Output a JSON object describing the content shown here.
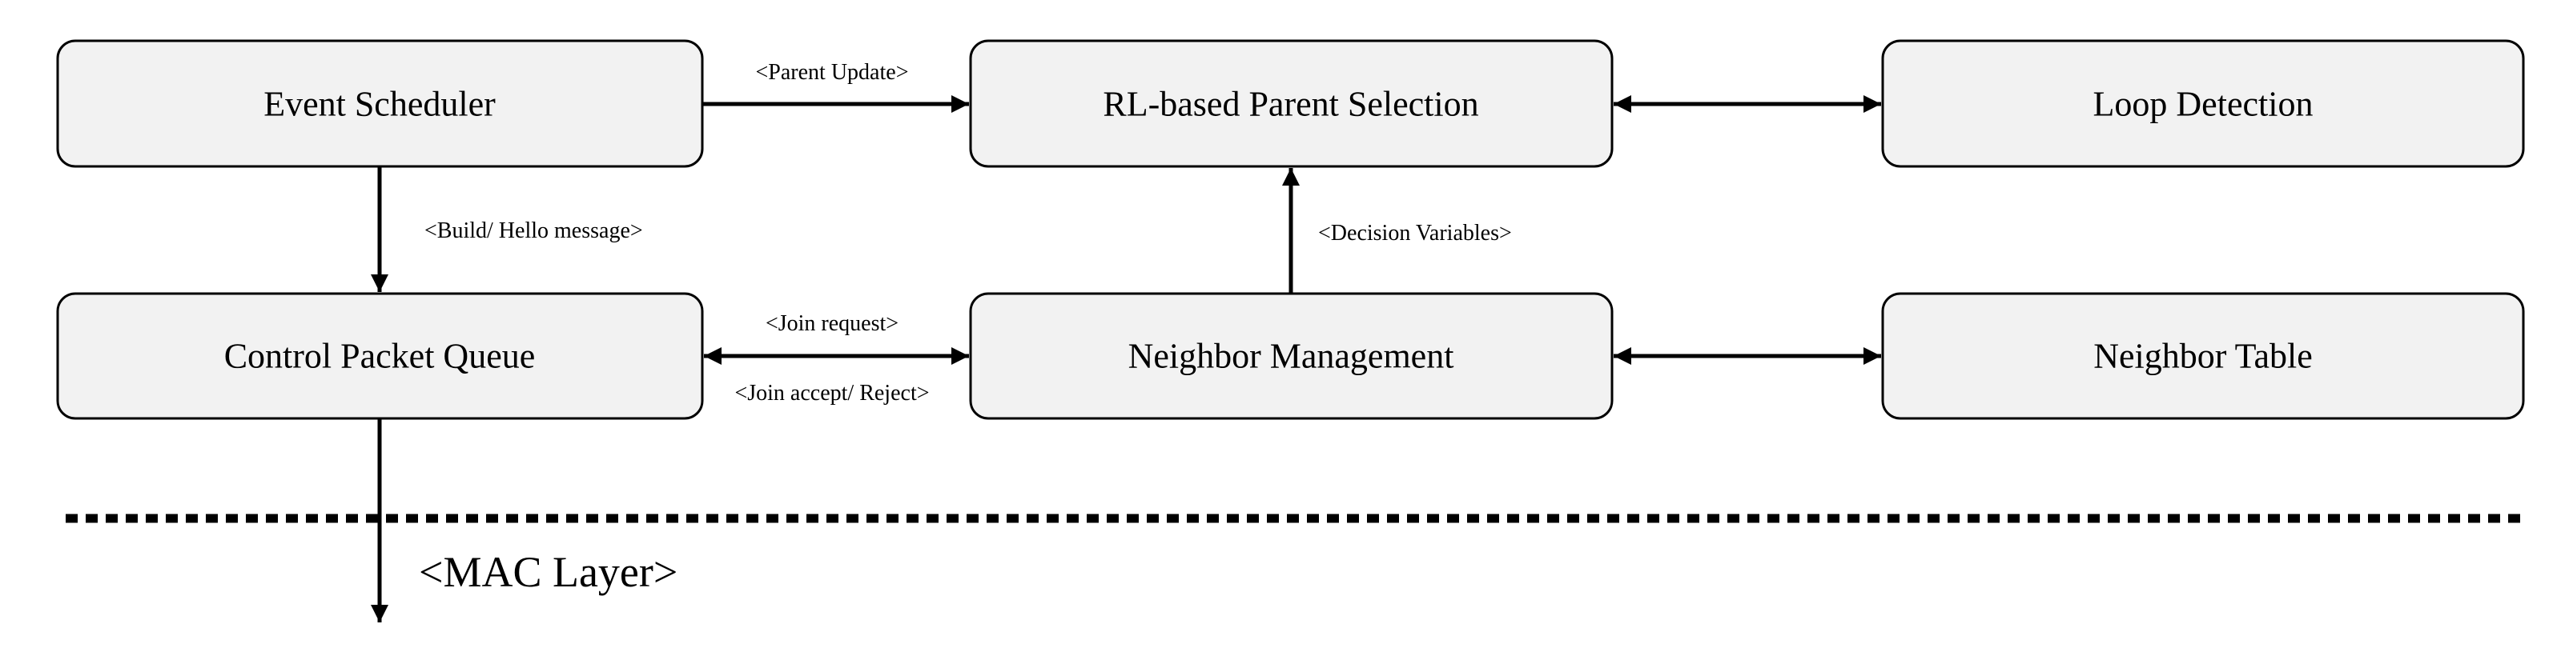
{
  "nodes": {
    "event_scheduler": "Event Scheduler",
    "rl_parent_selection": "RL-based Parent Selection",
    "loop_detection": "Loop Detection",
    "control_packet_queue": "Control Packet Queue",
    "neighbor_management": "Neighbor Management",
    "neighbor_table": "Neighbor Table"
  },
  "edges": {
    "parent_update": "<Parent Update>",
    "build_hello": "<Build/ Hello message>",
    "decision_variables": "<Decision Variables>",
    "join_request": "<Join request>",
    "join_accept_reject": "<Join accept/ Reject>"
  },
  "layer": {
    "mac": "<MAC Layer>"
  },
  "colors": {
    "box_fill": "#f2f2f2",
    "stroke": "#000000"
  }
}
